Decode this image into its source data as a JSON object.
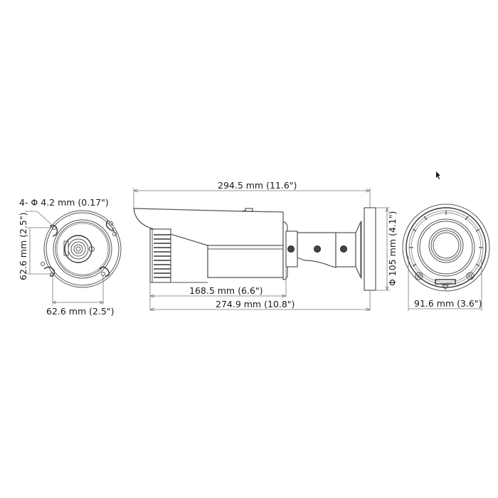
{
  "diagram": {
    "title": "Bullet camera dimension drawing",
    "views": {
      "mount_base": {
        "hole_label": "4- Φ 4.2 mm (0.17\")",
        "vertical_dim": "62.6 mm (2.5\")",
        "horizontal_dim": "62.6 mm (2.5\")"
      },
      "side_view": {
        "overall_length": "294.5 mm (11.6\")",
        "body_length": "168.5 mm (6.6\")",
        "total_to_mount": "274.9 mm (10.8\")",
        "mount_diameter": "Φ 105 mm (4.1\")"
      },
      "front_view": {
        "width_dim": "91.6 mm (3.6\")"
      }
    },
    "colors": {
      "line": "#555555",
      "text": "#1a1a1a",
      "background": "#ffffff"
    }
  }
}
